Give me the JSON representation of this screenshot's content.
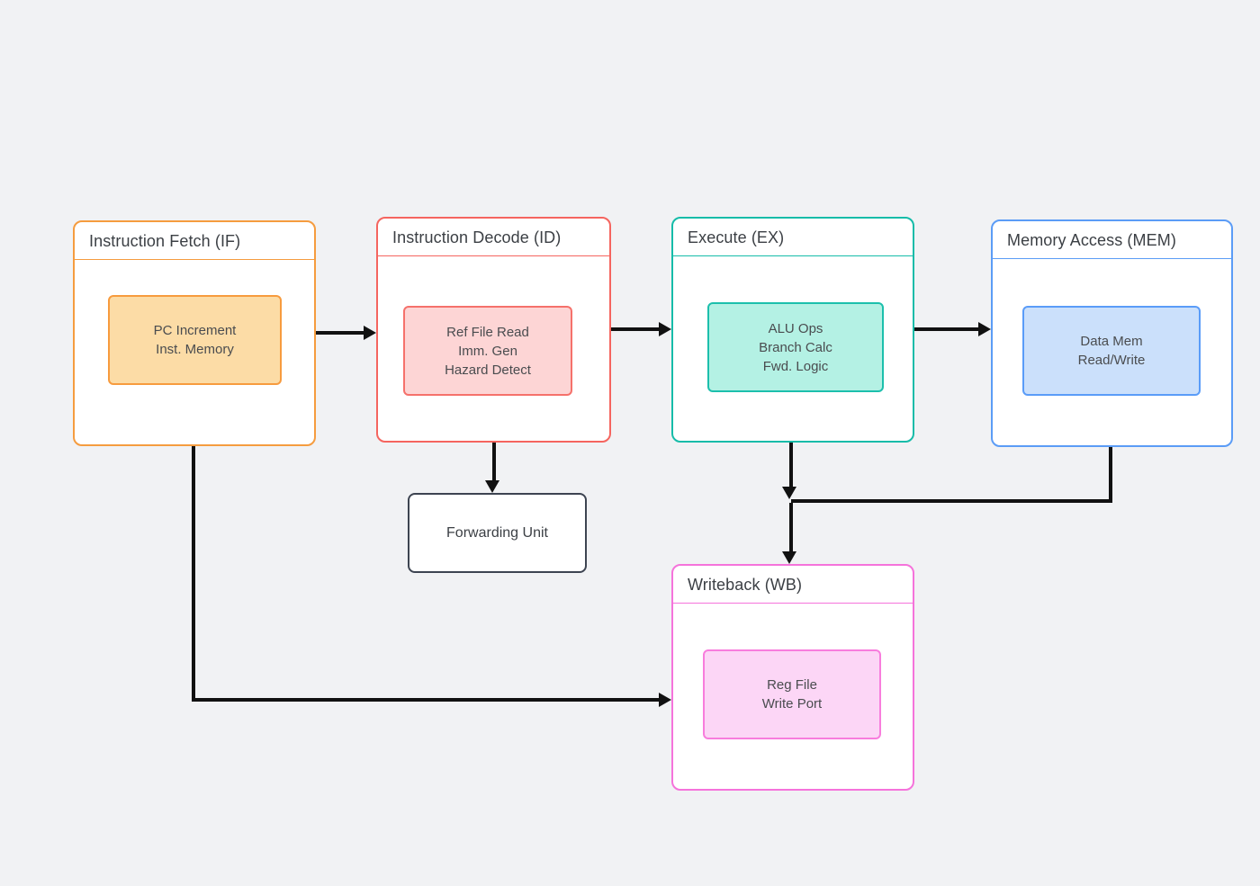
{
  "canvas": {
    "background": "#f1f2f4",
    "arrow_color": "#111111",
    "header_text_color": "#3b3f44",
    "body_text_color": "#4a4c4f"
  },
  "stages": [
    {
      "id": "if",
      "title": "Instruction Fetch (IF)",
      "accent": "#F59C3F",
      "inner": {
        "fill": "#FCDCA6",
        "border": "#F79B3E",
        "lines": [
          "PC Increment",
          "Inst. Memory"
        ]
      }
    },
    {
      "id": "id",
      "title": "Instruction Decode (ID)",
      "accent": "#F5655F",
      "inner": {
        "fill": "#FDD5D5",
        "border": "#F5716B",
        "lines": [
          "Ref File Read",
          "Imm. Gen",
          "Hazard Detect"
        ]
      }
    },
    {
      "id": "ex",
      "title": "Execute (EX)",
      "accent": "#16BCA9",
      "inner": {
        "fill": "#B4F1E4",
        "border": "#1CBFAC",
        "lines": [
          "ALU Ops",
          "Branch Calc",
          "Fwd. Logic"
        ]
      }
    },
    {
      "id": "mem",
      "title": "Memory Access (MEM)",
      "accent": "#5B9CF6",
      "inner": {
        "fill": "#CBE0FB",
        "border": "#5A9CF8",
        "lines": [
          "Data Mem",
          "Read/Write"
        ]
      }
    },
    {
      "id": "wb",
      "title": "Writeback (WB)",
      "accent": "#F573DB",
      "inner": {
        "fill": "#FCD6F6",
        "border": "#F87DDD",
        "lines": [
          "Reg File",
          "Write Port"
        ]
      }
    }
  ],
  "forwarding_unit": {
    "label": "Forwarding Unit",
    "border": "#3D4451"
  }
}
